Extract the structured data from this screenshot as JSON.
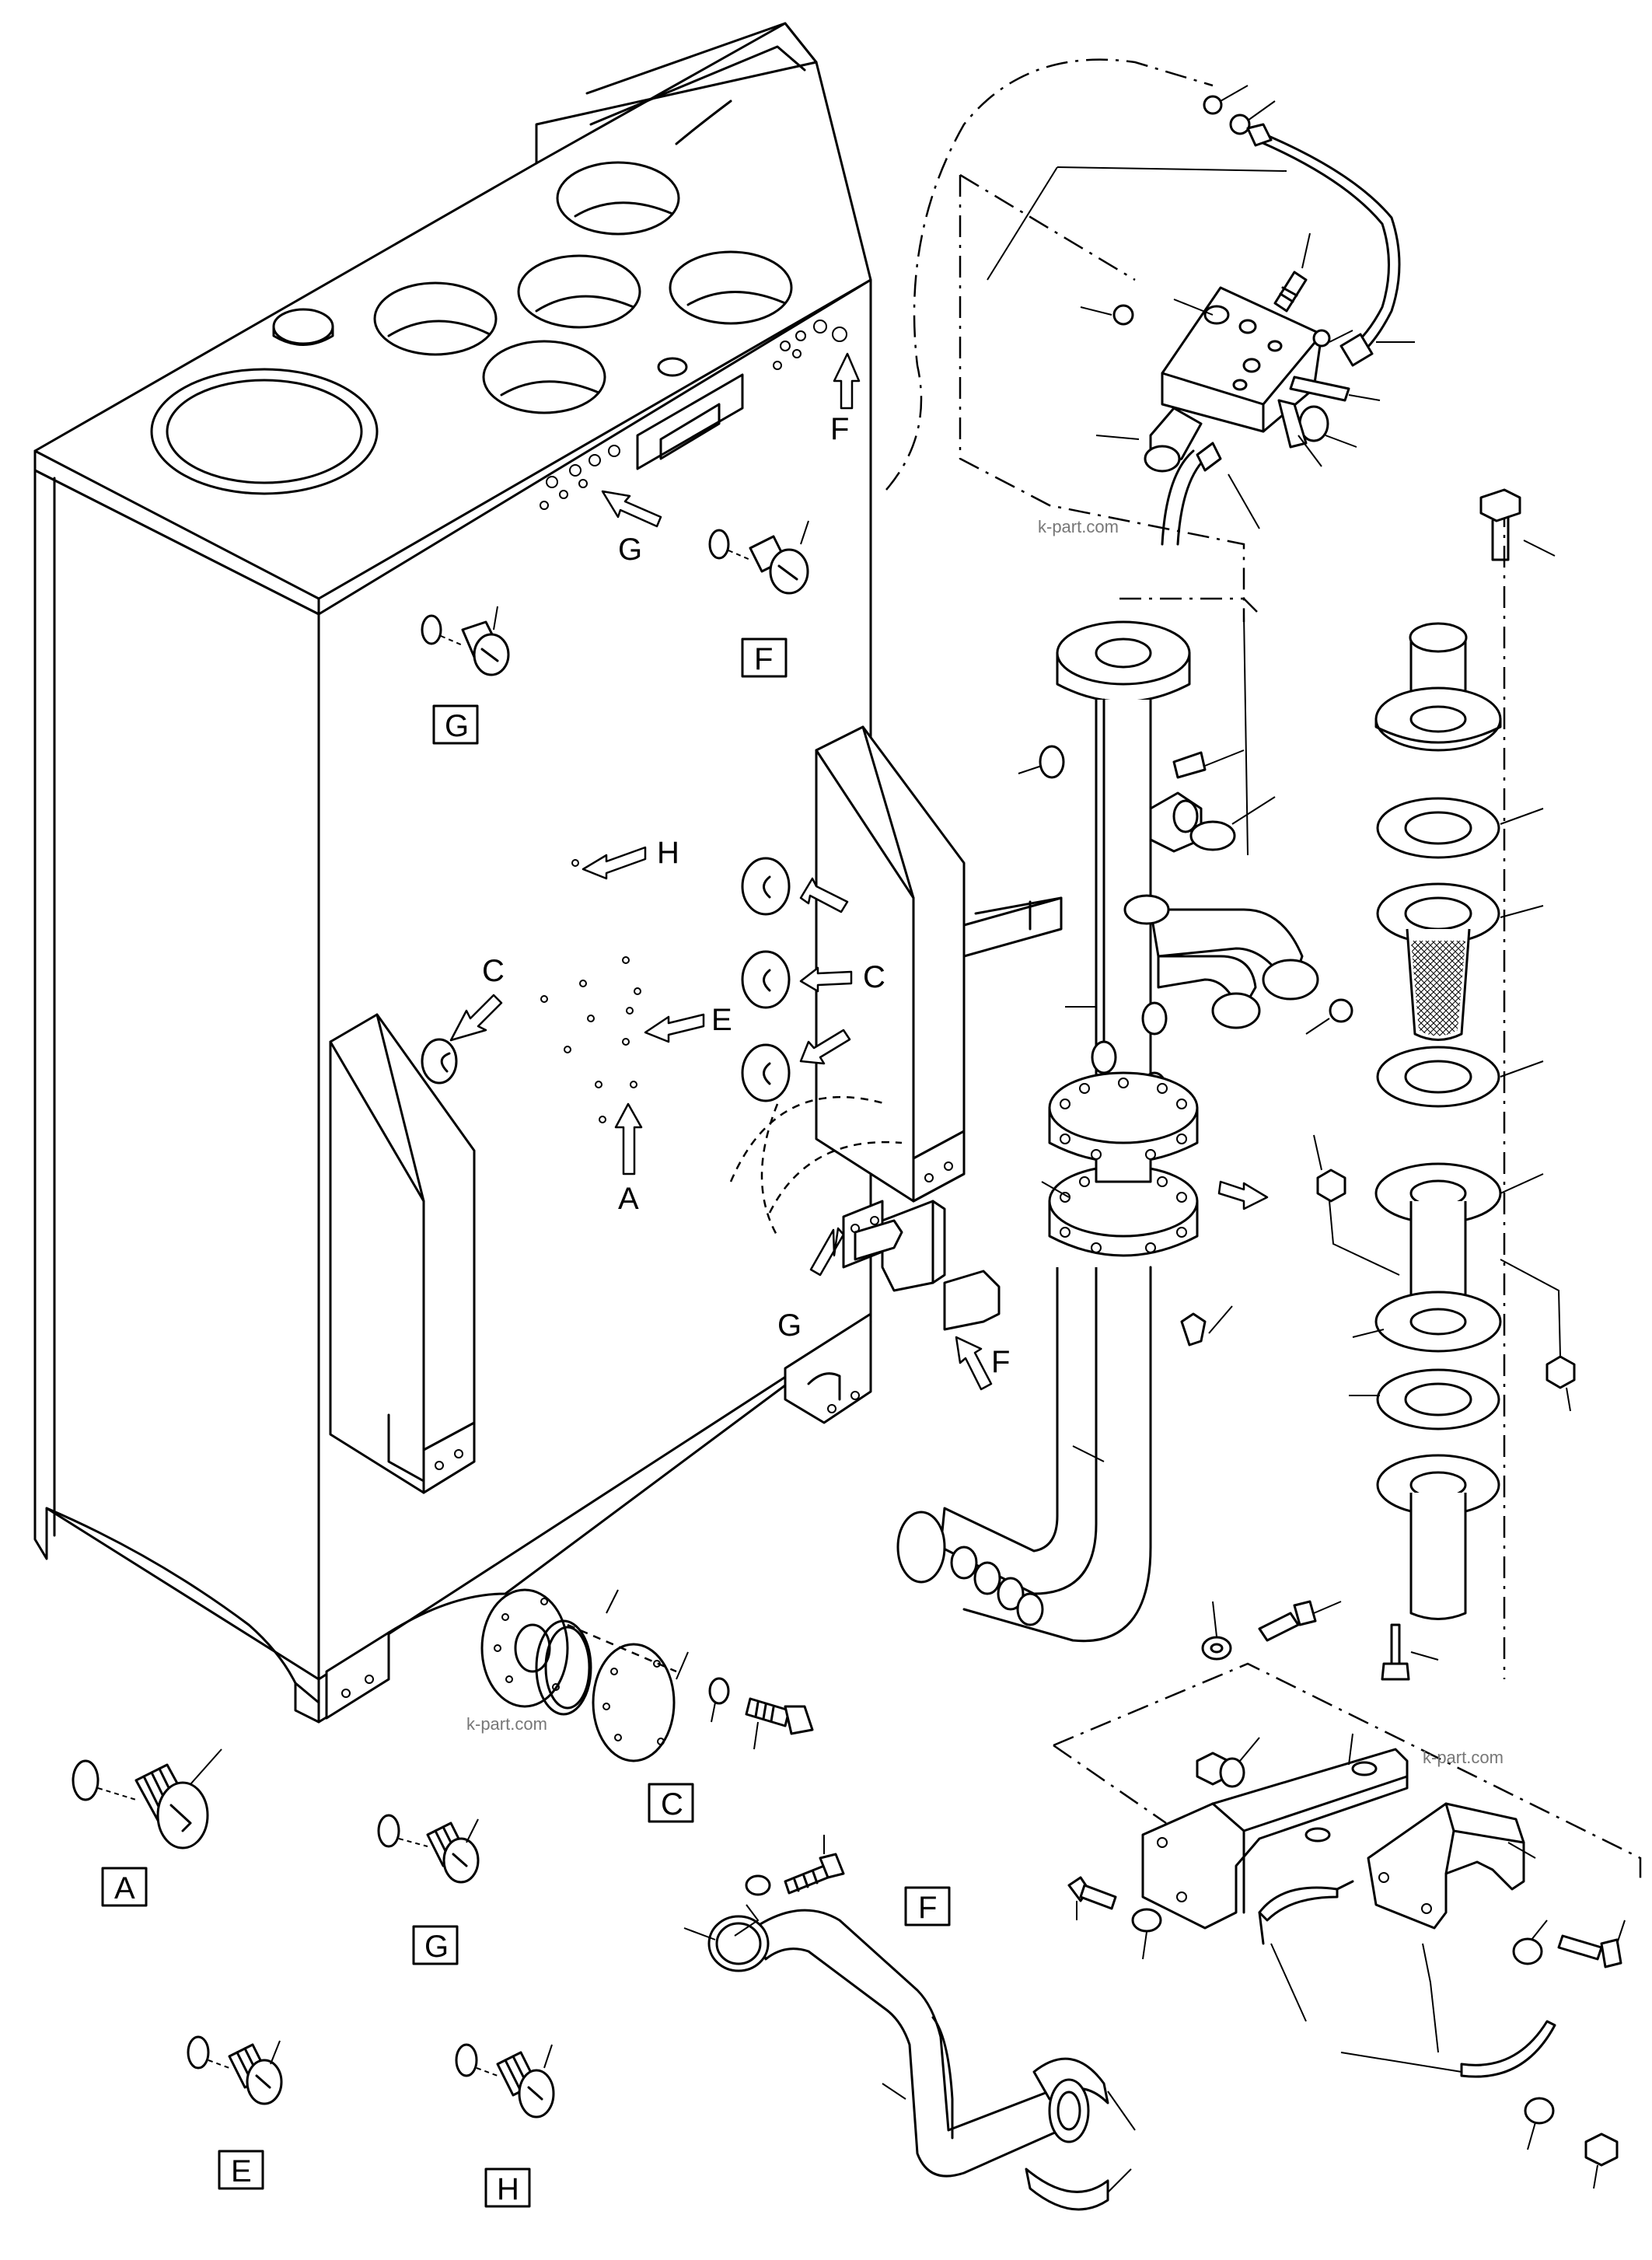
{
  "view_labels": {
    "A": "A",
    "C": "C",
    "E": "E",
    "F": "F",
    "G": "G",
    "H": "H"
  },
  "watermark": "k-part.com"
}
